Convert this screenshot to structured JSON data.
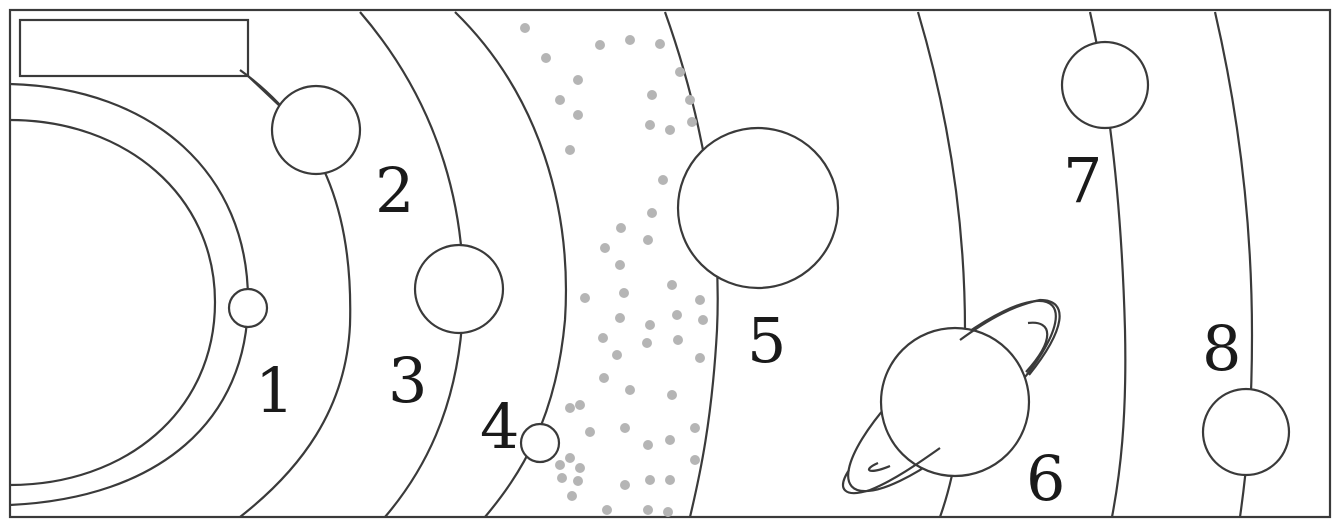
{
  "diagram": {
    "label_box_text": "",
    "labels": {
      "p1": "1",
      "p2": "2",
      "p3": "3",
      "p4": "4",
      "p5": "5",
      "p6": "6",
      "p7": "7",
      "p8": "8"
    }
  },
  "colors": {
    "line": "#3a3a3a",
    "asteroid_dots": "#b5b5b5",
    "background": "#ffffff"
  }
}
